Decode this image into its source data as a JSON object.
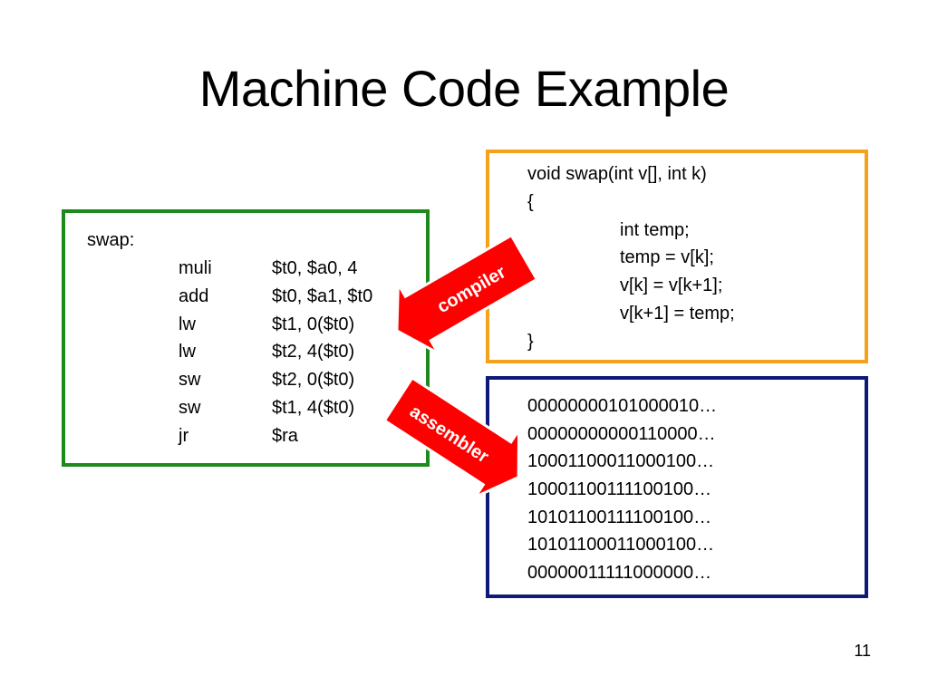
{
  "slide": {
    "title": "Machine Code Example",
    "page_number": "11"
  },
  "c_code": {
    "lines": [
      {
        "text": "void swap(int v[], int k)",
        "indented": false
      },
      {
        "text": "{",
        "indented": false
      },
      {
        "text": "int temp;",
        "indented": true
      },
      {
        "text": "temp = v[k];",
        "indented": true
      },
      {
        "text": "v[k] = v[k+1];",
        "indented": true
      },
      {
        "text": "v[k+1] = temp;",
        "indented": true
      },
      {
        "text": "}",
        "indented": false
      }
    ]
  },
  "assembly": {
    "label": "swap:",
    "instructions": [
      {
        "op": "muli",
        "args": "$t0, $a0, 4"
      },
      {
        "op": "add",
        "args": "$t0, $a1, $t0"
      },
      {
        "op": "lw",
        "args": "$t1, 0($t0)"
      },
      {
        "op": "lw",
        "args": "$t2, 4($t0)"
      },
      {
        "op": "sw",
        "args": "$t2, 0($t0)"
      },
      {
        "op": "sw",
        "args": "$t1, 4($t0)"
      },
      {
        "op": "jr",
        "args": "$ra"
      }
    ]
  },
  "binary": {
    "lines": [
      "00000000101000010…",
      "00000000000110000…",
      "10001100011000100…",
      "10001100111100100…",
      "10101100111100100…",
      "10101100011000100…",
      "00000011111000000…"
    ]
  },
  "arrows": {
    "compiler_label": "compiler",
    "assembler_label": "assembler",
    "fill_color": "#ff0000",
    "stroke_color": "#ffffff"
  },
  "colors": {
    "assembly_border": "#1e8a1e",
    "c_border": "#f4a11c",
    "binary_border": "#0f1a78"
  }
}
